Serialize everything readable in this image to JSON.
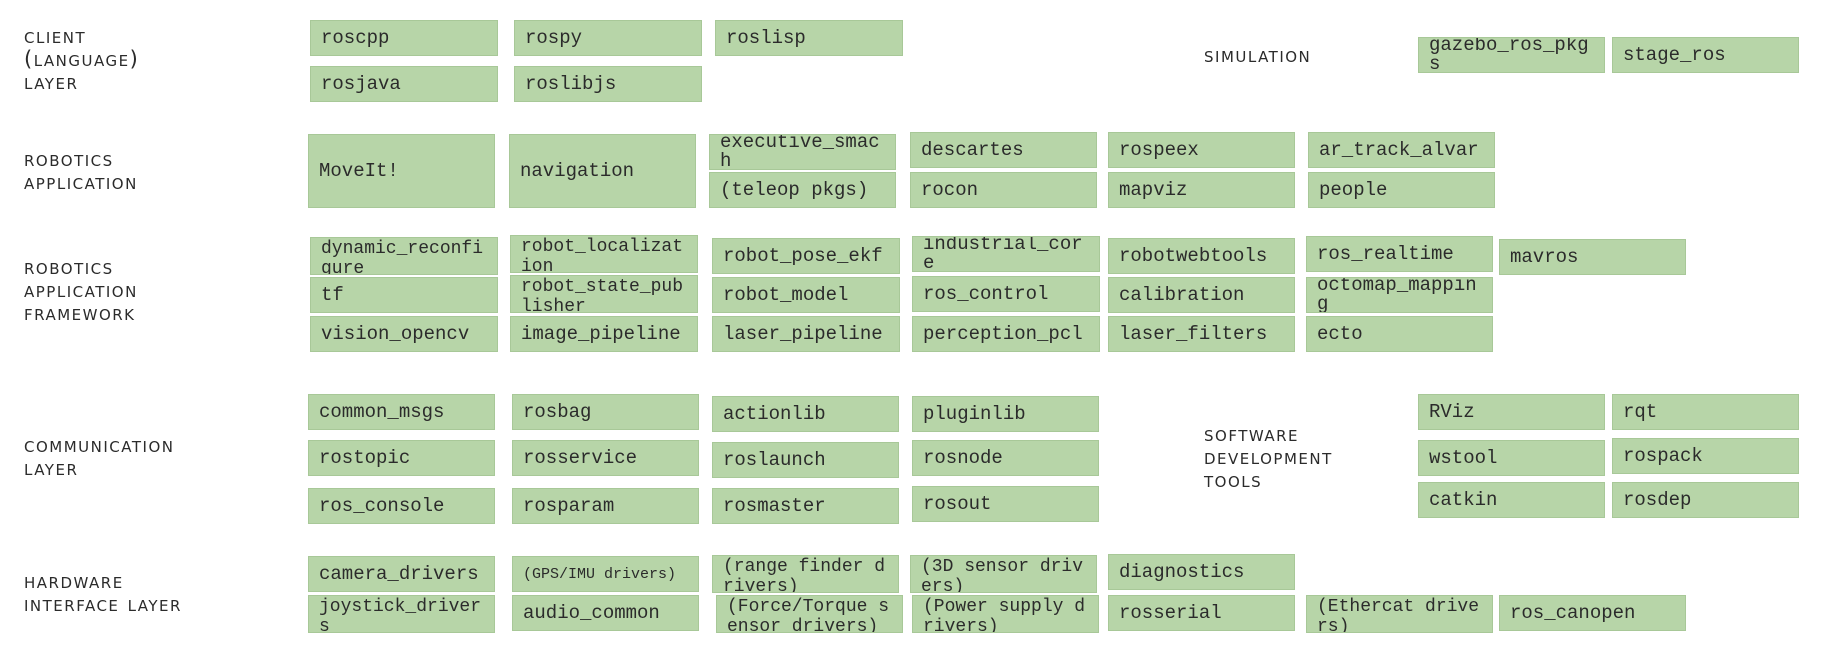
{
  "layers": [
    {
      "id": "client",
      "label": "Client\n(Language)\nLayer"
    },
    {
      "id": "simulation",
      "label": "Simulation"
    },
    {
      "id": "robotics-application",
      "label": "Robotics\nApplication"
    },
    {
      "id": "robotics-application-framework",
      "label": "Robotics\nApplication\nFramework"
    },
    {
      "id": "communication",
      "label": "Communication\nLayer"
    },
    {
      "id": "software-development-tools",
      "label": "Software\nDevelopment\nTools"
    },
    {
      "id": "hardware-interface",
      "label": "Hardware\nInterface Layer"
    }
  ],
  "packages": {
    "client": [
      "roscpp",
      "rospy",
      "roslisp",
      "rosjava",
      "roslibjs"
    ],
    "simulation": [
      "gazebo_ros_pkgs",
      "stage_ros"
    ],
    "robotics_application": [
      "MoveIt!",
      "navigation",
      "executive_smach",
      "(teleop pkgs)",
      "descartes",
      "rocon",
      "rospeex",
      "mapviz",
      "ar_track_alvar",
      "people"
    ],
    "robotics_application_framework": [
      "dynamic_reconfigure",
      "robot_localization",
      "robot_pose_ekf",
      "industrial_core",
      "robotwebtools",
      "ros_realtime",
      "mavros",
      "tf",
      "robot_state_publisher",
      "robot_model",
      "ros_control",
      "calibration",
      "octomap_mapping",
      "vision_opencv",
      "image_pipeline",
      "laser_pipeline",
      "perception_pcl",
      "laser_filters",
      "ecto"
    ],
    "communication": [
      "common_msgs",
      "rosbag",
      "actionlib",
      "pluginlib",
      "rostopic",
      "rosservice",
      "roslaunch",
      "rosnode",
      "ros_console",
      "rosparam",
      "rosmaster",
      "rosout"
    ],
    "software_development_tools": [
      "RViz",
      "rqt",
      "wstool",
      "rospack",
      "catkin",
      "rosdep"
    ],
    "hardware_interface": [
      "camera_drivers",
      "(GPS/IMU drivers)",
      "(range finder drivers)",
      "(3D sensor drivers)",
      "diagnostics",
      "joystick_drivers",
      "audio_common",
      "(Force/Torque sensor drivers)",
      "(Power supply drivers)",
      "rosserial",
      "(Ethercat drivers)",
      "ros_canopen"
    ]
  },
  "colors": {
    "package_fill": "#b7d5a8",
    "label_text": "#2b2b2b"
  }
}
